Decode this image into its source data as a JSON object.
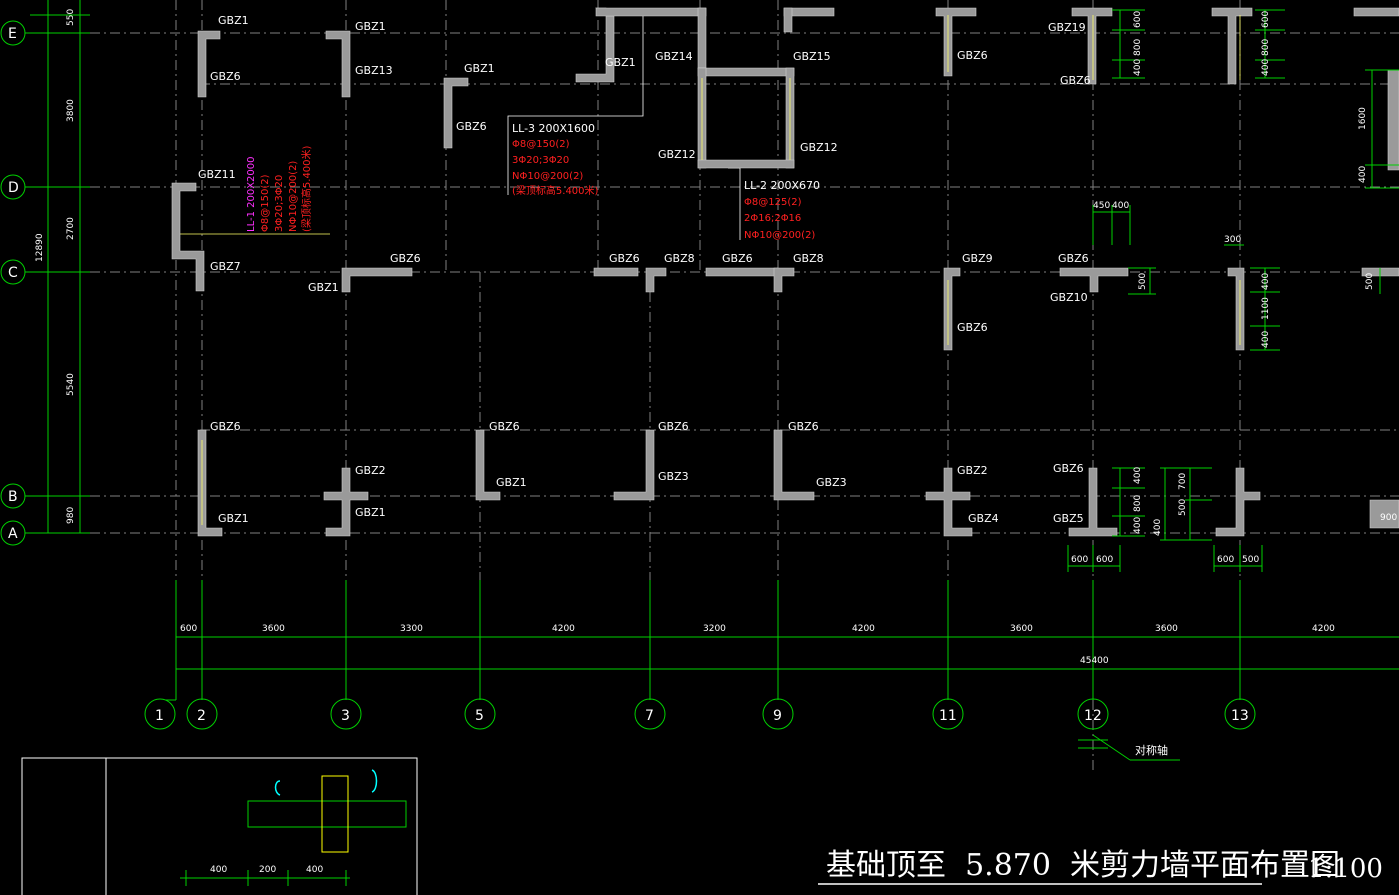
{
  "drawing": {
    "title": "基础顶至  5.870  米剪力墙平面布置图",
    "scale": "1:100",
    "symmetry_label": "对称轴"
  },
  "axes": {
    "columns": [
      "1",
      "2",
      "3",
      "5",
      "7",
      "9",
      "11",
      "12",
      "13"
    ],
    "rows": [
      "E",
      "D",
      "C",
      "B",
      "A"
    ]
  },
  "dimensions": {
    "bottom": [
      "600",
      "3600",
      "3300",
      "4200",
      "3200",
      "4200",
      "3600",
      "3600",
      "4200"
    ],
    "total": "45400",
    "left": [
      "550",
      "3800",
      "2700",
      "5540",
      "980"
    ],
    "left_total": "12890",
    "detail": [
      "400",
      "200",
      "400"
    ]
  },
  "wall_labels": [
    "GBZ1",
    "GBZ1",
    "GBZ6",
    "GBZ13",
    "GBZ1",
    "GBZ6",
    "GBZ1",
    "GBZ14",
    "GBZ15",
    "GBZ12",
    "GBZ12",
    "GBZ6",
    "GBZ19",
    "GBZ6",
    "GBZ11",
    "GBZ7",
    "GBZ6",
    "GBZ1",
    "GBZ6",
    "GBZ8",
    "GBZ6",
    "GBZ8",
    "GBZ9",
    "GBZ6",
    "GBZ6",
    "GBZ10",
    "GBZ6",
    "GBZ2",
    "GBZ6",
    "GBZ6",
    "GBZ6",
    "GBZ1",
    "GBZ3",
    "GBZ3",
    "GBZ2",
    "GBZ6",
    "GBZ1",
    "GBZ1",
    "GBZ4",
    "GBZ5"
  ],
  "beams": {
    "ll3": [
      "LL-3  200X1600",
      "Φ8@150(2)",
      "3Φ20;3Φ20",
      "NΦ10@200(2)",
      "(梁顶标高5.400米)"
    ],
    "ll2": [
      "LL-2  200X670",
      "Φ8@125(2)",
      "2Φ16;2Φ16",
      "NΦ10@200(2)"
    ],
    "ll1": [
      "LL-1  200X2000",
      "Φ8@150(2)",
      "3Φ20;3Φ20",
      "NΦ10@200(2)",
      "(梁顶标高5.400米)"
    ]
  },
  "local_dims": [
    "600",
    "800",
    "400",
    "600",
    "800",
    "400",
    "1600",
    "400",
    "450",
    "400",
    "300",
    "500",
    "400",
    "1100",
    "400",
    "500",
    "400",
    "800",
    "400",
    "700",
    "500",
    "400",
    "600",
    "600",
    "600",
    "500",
    "900"
  ]
}
